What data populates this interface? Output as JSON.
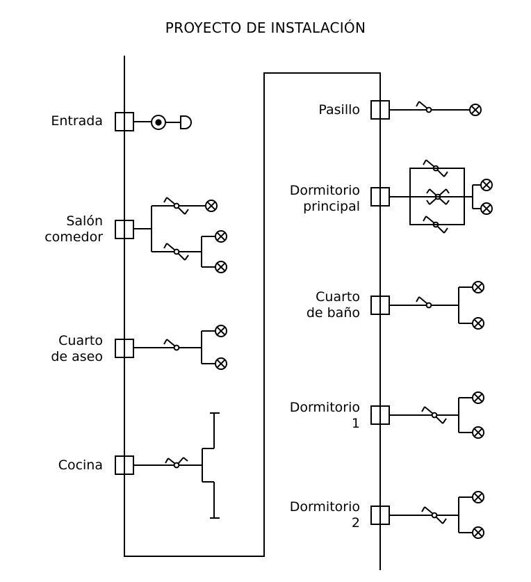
{
  "title": "PROYECTO DE INSTALACIÓN",
  "rooms": {
    "entrada": "Entrada",
    "salon_1": "Salón",
    "salon_2": "comedor",
    "aseo_1": "Cuarto",
    "aseo_2": "de aseo",
    "cocina": "Cocina",
    "pasillo": "Pasillo",
    "dorm_p_1": "Dormitorio",
    "dorm_p_2": "principal",
    "bano_1": "Cuarto",
    "bano_2": "de baño",
    "dorm1_1": "Dormitorio",
    "dorm1_2": "1",
    "dorm2_1": "Dormitorio",
    "dorm2_2": "2"
  }
}
